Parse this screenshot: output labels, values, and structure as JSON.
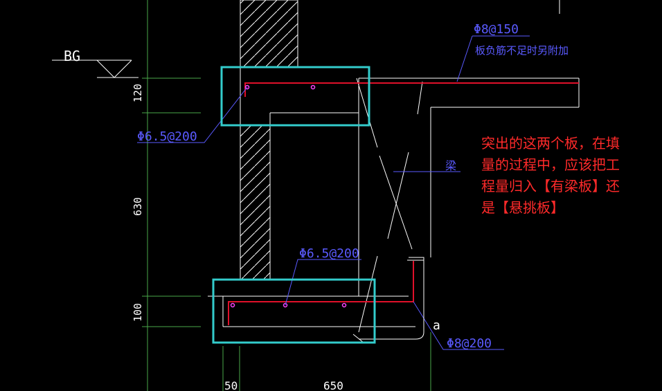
{
  "theme": {
    "background": "#000000",
    "outline": "#ffffff",
    "rebar": "#e0102a",
    "dimension": "#4aa84a",
    "leader": "#5a5aff",
    "highlight": "#33cccc",
    "note": "#ff2a2a",
    "bar_dot": "#ff44ff"
  },
  "labels": {
    "level_mark": "BG",
    "top_rebar_spec": "Φ8@150",
    "top_rebar_note": "板负筋不足时另附加",
    "upper_slab_rebar": "Φ6.5@200",
    "lower_slab_rebar": "Φ6.5@200",
    "beam_label": "梁",
    "bottom_rebar_spec": "Φ8@200",
    "anchor_label": "a"
  },
  "dimensions": {
    "vertical": [
      "120",
      "630",
      "100"
    ],
    "horizontal": [
      "50",
      "650"
    ]
  },
  "annotation": {
    "lines": [
      "突出的这两个板，在填",
      "量的过程中，应该把工",
      "程量归入【有梁板】还",
      "是【悬挑板】"
    ]
  }
}
